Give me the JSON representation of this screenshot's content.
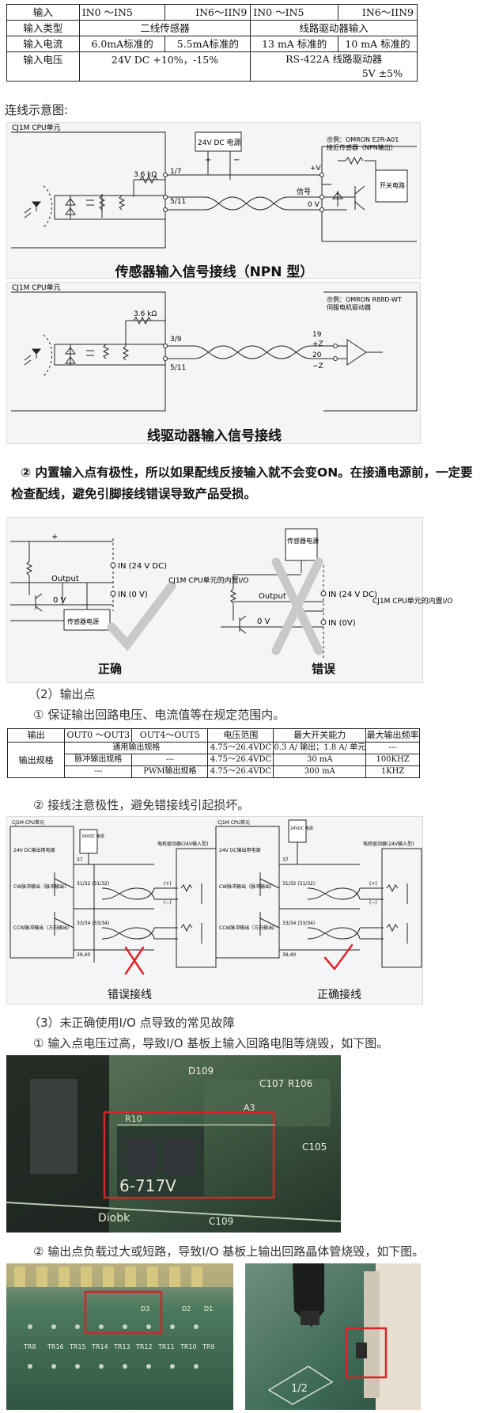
{
  "table1": {
    "header": [
      "输入",
      "IN0 ～IN5",
      "IN6～IIN9",
      "IN0 ～IN5",
      "IN6～IIN9"
    ],
    "type_row": {
      "label": "输入类型",
      "c1": "二线传感器",
      "c2": "线路驱动器输入"
    },
    "current_row": {
      "label": "输入电流",
      "c1": "6.0mA标准的",
      "c2": "5.5mA标准的",
      "c3": "13 mA 标准的",
      "c4": "10 mA 标准的"
    },
    "voltage_row": {
      "label": "输入电压",
      "c1": "24V DC +10%，-15%",
      "c2a": "RS-422A 线路驱动器",
      "c2b": "5V ±5%"
    }
  },
  "wiring_label": "连线示意图:",
  "diagram1": {
    "unit": "CJ1M CPU单元",
    "power": "24V DC 电源",
    "resistor": "3.6 kΩ",
    "pin1": "1/7",
    "pin2": "5/11",
    "example1": "示例：OMRON E2R-A01",
    "example2": "接近传感器（NPN输出）",
    "vplus": "+V",
    "signal": "信号",
    "zero_v": "0 V",
    "switch_circuit": "开关电路",
    "caption": "传感器输入信号接线（NPN 型）"
  },
  "diagram2": {
    "unit": "CJ1M CPU单元",
    "resistor": "3.6 kΩ",
    "pin1": "3/9",
    "pin2": "5/11",
    "example1": "示例：OMRON R88D-WT",
    "example2": "伺服电机驱动器",
    "p19": "19",
    "pz": "+Z",
    "p20": "20",
    "mz": "−Z",
    "caption": "线驱动器输入信号接线"
  },
  "polarity_text": "② 内置输入点有极性，所以如果配线反接输入就不会变ON。在接通电源前，一定要 检查配线，避免引脚接线错误导致产品受损。",
  "diagram3": {
    "in24": "IN (24 V DC)",
    "in0": "IN (0 V)",
    "output": "Output",
    "zero_v": "0 V",
    "plus": "+",
    "sensor_power": "传感器电源",
    "cpu_io": "CJ1M CPU单元的内置I/O",
    "correct": "正确",
    "sensor_power2": "传感器电源",
    "output2": "Output",
    "zero_v2": "0 V",
    "in24b": "IN (24 V DC)",
    "in0b": "IN (0V)",
    "cpu_io2": "CJ1M CPU单元的内置I/O",
    "wrong": "错误"
  },
  "output_heading": "（2）输出点",
  "output_item1": "① 保证输出回路电压、电流值等在规定范围内。",
  "table2": {
    "header": [
      "输出",
      "OUT0 ～OUT3",
      "OUT4～OUT5",
      "电压范围",
      "最大开关能力",
      "最大输出频率"
    ],
    "spec_label": "输出规格",
    "r1": {
      "label": "通用输出规格",
      "v": "4.75～26.4VDC",
      "cap": "0.3 A/ 输出；1.8 A/ 单元",
      "f": "---"
    },
    "r2": {
      "label": "脉冲输出规格",
      "dash": "---",
      "v": "4.75～26.4VDC",
      "cap": "30 mA",
      "f": "100KHZ"
    },
    "r3": {
      "dash": "---",
      "label": "PWM输出规格",
      "v": "4.75～26.4VDC",
      "cap": "300 mA",
      "f": "1KHZ"
    }
  },
  "output_item2": "② 接线注意极性，避免错接线引起损坏。",
  "diagram4": {
    "unit": "CJ1M CPU单元",
    "power": "24VDC 电源",
    "supply": "24V DC输出用电源",
    "cw": "CW脉冲输出（脉冲输出）",
    "ccw": "CCW脉冲输出（方向输出）",
    "driver": "电机驱动器(24V输入型)",
    "p37": "37",
    "p3132": "31/32 (31/32)",
    "p3334": "33/34 (33/34)",
    "p3940": "39,40",
    "plus": "(+)",
    "minus": "(−)",
    "wrong": "错误接线",
    "correct": "正确接线"
  },
  "fault_heading": "（3）未正确使用I/O 点导致的常见故障",
  "fault_item1": "① 输入点电压过高，导致I/O 基板上输入回路电阻等烧毁，如下图。",
  "fault_item2": "② 输出点负载过大或短路，导致I/O 基板上输出回路晶体管烧毁，如下图。",
  "photo1": {
    "marks": [
      "D109",
      "R10",
      "C107",
      "R106",
      "C105",
      "C109",
      "A3",
      "6-717V",
      "Diobk"
    ]
  },
  "photo2": {
    "marks": [
      "TR8",
      "TR16",
      "TR15",
      "TR14",
      "TR13",
      "TR12",
      "TR11",
      "TR10",
      "TR9",
      "D3",
      "D2",
      "D1"
    ]
  },
  "photo3": {
    "marks": [
      "1/2"
    ]
  },
  "colors": {
    "red_box": "#d8232a",
    "check": "#c9c9c9",
    "x_red": "#e0262c",
    "check_red": "#e0262c",
    "panel_bg": "#f4f5f6"
  }
}
